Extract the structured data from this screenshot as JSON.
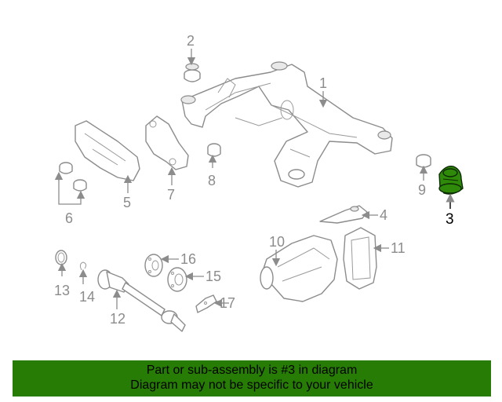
{
  "callouts": {
    "c1": "1",
    "c2": "2",
    "c3": "3",
    "c4": "4",
    "c5": "5",
    "c6": "6",
    "c7": "7",
    "c8": "8",
    "c9": "9",
    "c10": "10",
    "c11": "11",
    "c12": "12",
    "c13": "13",
    "c14": "14",
    "c15": "15",
    "c16": "16",
    "c17": "17"
  },
  "highlighted_part": "3",
  "banner": {
    "line1": "Part or sub-assembly is #3 in diagram",
    "line2": "Diagram may not be specific to your vehicle",
    "color": "#267c04"
  },
  "highlight_color": "#2f8a0a"
}
